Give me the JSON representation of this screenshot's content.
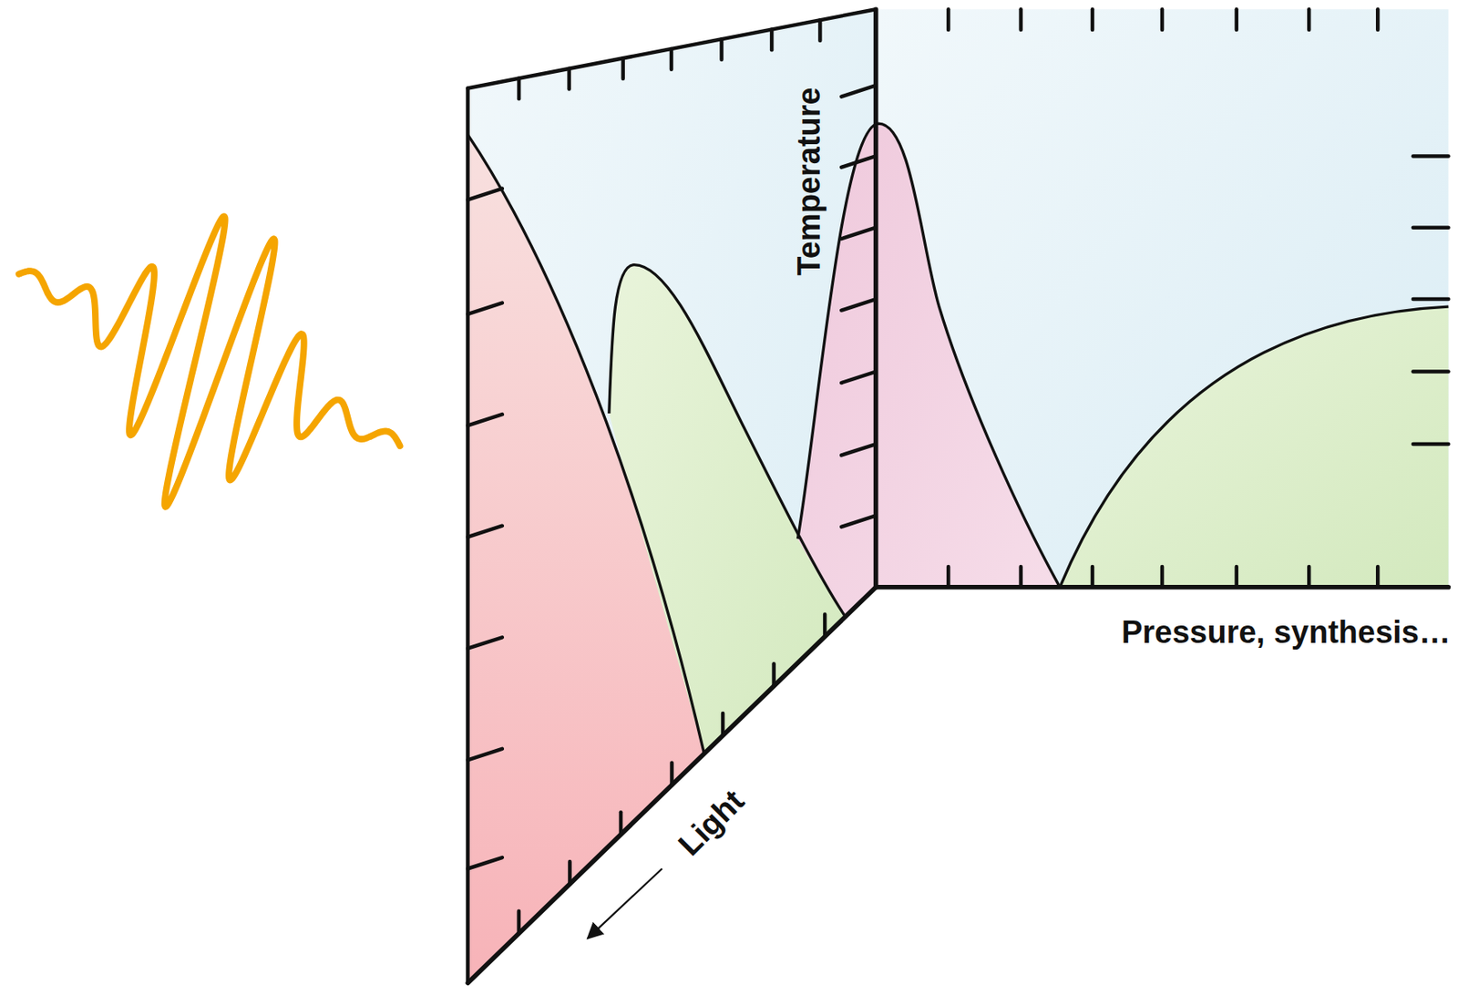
{
  "diagram": {
    "labels": [
      "Temperature",
      "Pressure, synthesis…",
      "Light"
    ]
  }
}
